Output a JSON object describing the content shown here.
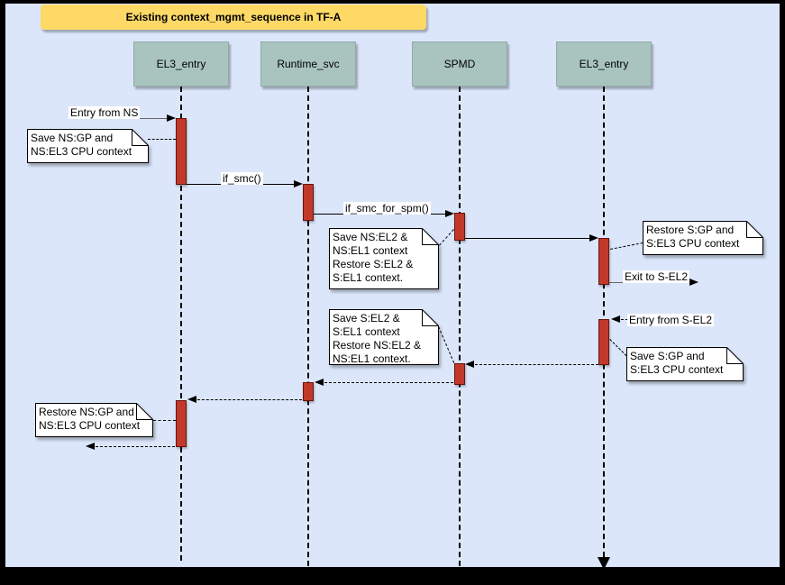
{
  "diagram": {
    "kind": "uml-sequence-diagram",
    "title": "Existing context_mgmt_sequence in TF-A",
    "lifelines": [
      {
        "label": "EL3_entry"
      },
      {
        "label": "Runtime_svc"
      },
      {
        "label": "SPMD"
      },
      {
        "label": "EL3_entry"
      }
    ],
    "messages": [
      {
        "label": "Entry from NS",
        "from": "external-ns",
        "to": "EL3_entry",
        "style": "solid"
      },
      {
        "label": "if_smc()",
        "from": "EL3_entry",
        "to": "Runtime_svc",
        "style": "solid"
      },
      {
        "label": "if_smc_for_spm()",
        "from": "Runtime_svc",
        "to": "SPMD",
        "style": "solid"
      },
      {
        "label": "",
        "from": "SPMD",
        "to": "EL3_entry (secure)",
        "style": "solid"
      },
      {
        "label": "Exit to S-EL2",
        "from": "EL3_entry (secure)",
        "to": "external-s-el2",
        "style": "solid"
      },
      {
        "label": "Entry from S-EL2",
        "from": "external-s-el2",
        "to": "EL3_entry (secure)",
        "style": "dashed"
      },
      {
        "label": "",
        "from": "EL3_entry (secure)",
        "to": "SPMD",
        "style": "dashed"
      },
      {
        "label": "",
        "from": "SPMD",
        "to": "Runtime_svc",
        "style": "dashed"
      },
      {
        "label": "",
        "from": "Runtime_svc",
        "to": "EL3_entry",
        "style": "dashed"
      },
      {
        "label": "",
        "from": "EL3_entry",
        "to": "external-ns",
        "style": "dashed"
      }
    ],
    "notes": [
      {
        "text": "Save NS:GP and\nNS:EL3 CPU context"
      },
      {
        "text": "Save NS:EL2 &\nNS:EL1 context\nRestore S:EL2 &\nS:EL1 context."
      },
      {
        "text": "Restore S:GP and\nS:EL3 CPU context"
      },
      {
        "text": "Save S:GP and\nS:EL3 CPU context"
      },
      {
        "text": "Save S:EL2 &\nS:EL1 context\nRestore NS:EL2 &\nNS:EL1 context."
      },
      {
        "text": "Restore NS:GP and\nNS:EL3 CPU context"
      }
    ],
    "colors": {
      "frame": "#000000",
      "canvas_background": "#dbe6fa",
      "title_fill": "#ffd966",
      "lifeline_fill": "#a9c4bf",
      "activation_fill": "#c0392b",
      "activation_border": "#6b120a",
      "note_fill": "#ffffff",
      "gray_arrow": "#666666"
    }
  }
}
